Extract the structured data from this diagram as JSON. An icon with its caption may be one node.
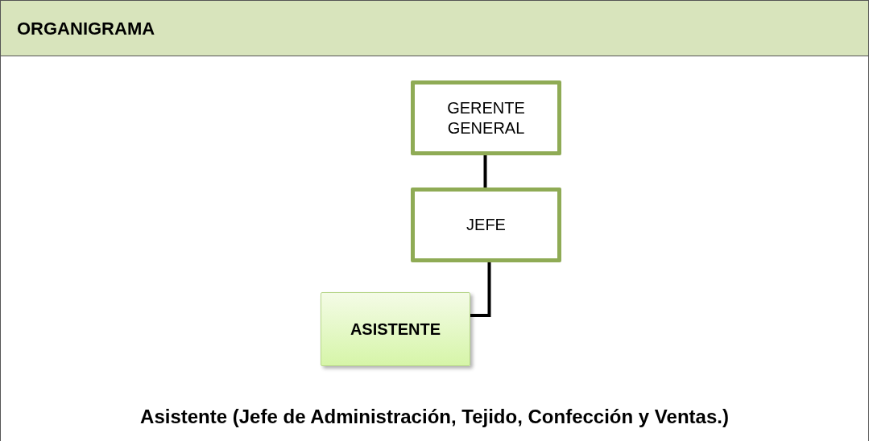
{
  "diagram": {
    "title": "ORGANIGRAMA",
    "caption": "Asistente (Jefe de Administración, Tejido, Confección y Ventas.)",
    "nodes": [
      {
        "text": [
          "GERENTE GENERAL"
        ]
      },
      {
        "text": [
          "JEFE"
        ]
      },
      {
        "text": [
          "ASISTENTE"
        ]
      }
    ],
    "edges": [
      {
        "from": 0,
        "to": 1,
        "arrow": "none"
      },
      {
        "from": 1,
        "to": 2,
        "arrow": "none"
      }
    ]
  }
}
